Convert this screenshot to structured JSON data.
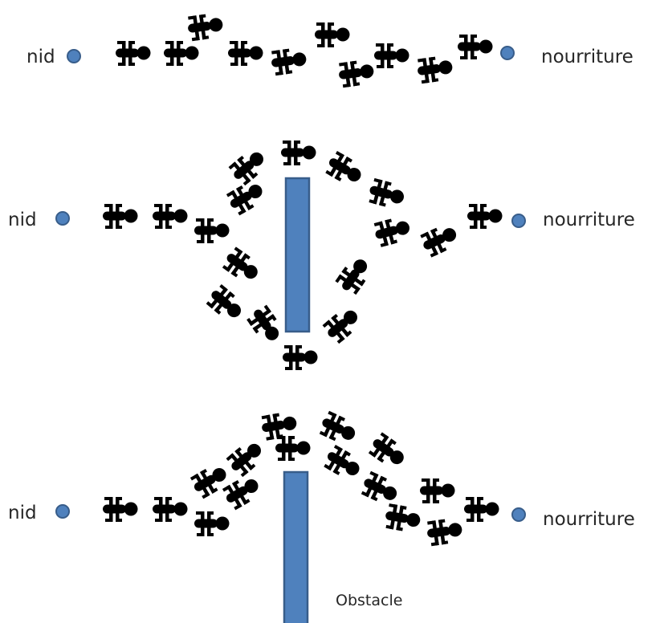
{
  "labels": {
    "nest": "nid",
    "food": "nourriture",
    "obstacle": "Obstacle"
  },
  "colors": {
    "node_fill": "#4f81bd",
    "node_stroke": "#385d8a",
    "obstacle_fill": "#4f81bd",
    "obstacle_stroke": "#385d8a",
    "ant": "#000000",
    "text": "#262626"
  },
  "panels": [
    {
      "id": "panel-1",
      "has_obstacle": false,
      "obstacle_label": ""
    },
    {
      "id": "panel-2",
      "has_obstacle": true,
      "obstacle_label": ""
    },
    {
      "id": "panel-3",
      "has_obstacle": true,
      "obstacle_label": "Obstacle"
    }
  ]
}
